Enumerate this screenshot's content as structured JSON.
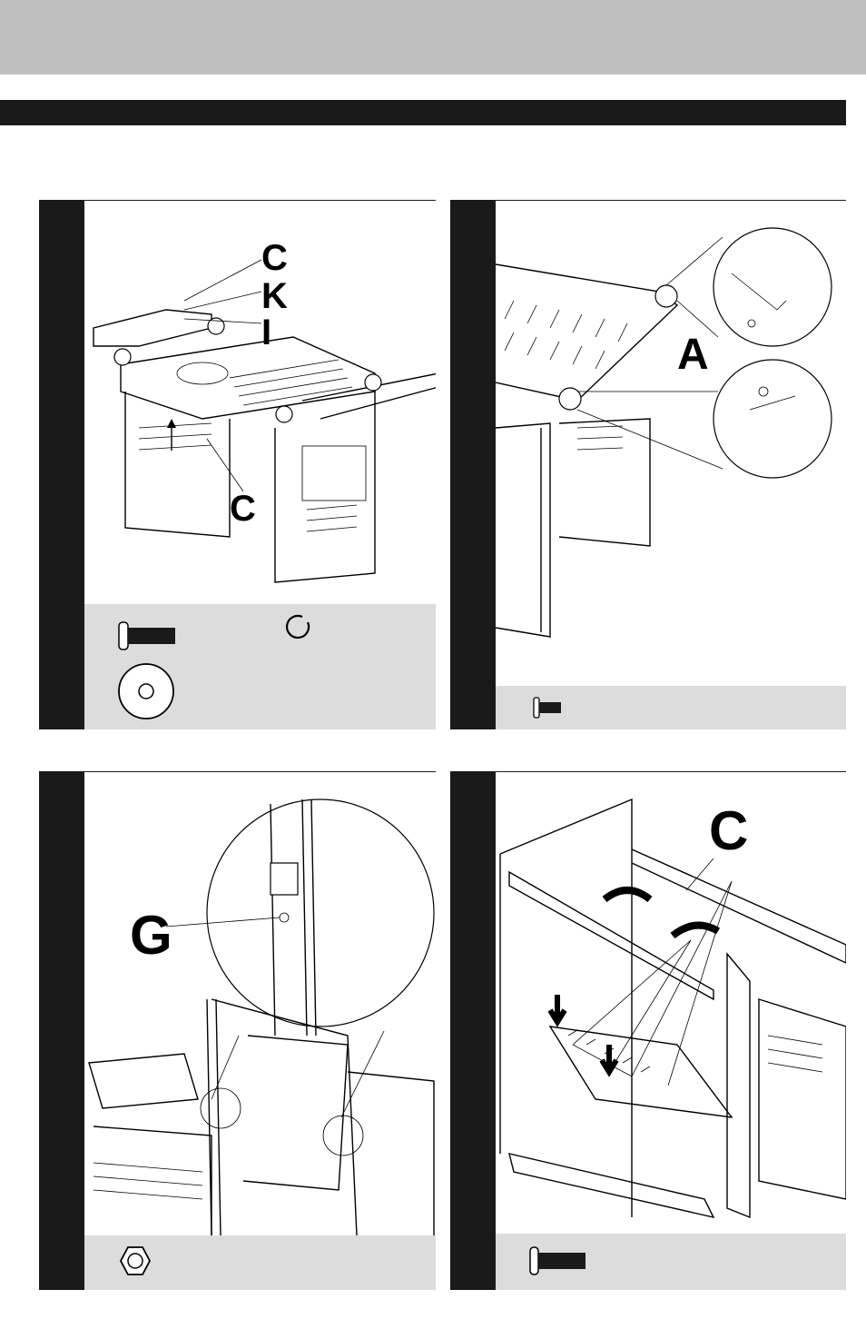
{
  "steps": [
    {
      "callouts": [
        "C",
        "K",
        "I",
        "C"
      ],
      "parts": [
        "bolt-icon",
        "lock-washer-icon",
        "flat-washer-icon"
      ]
    },
    {
      "callouts": [
        "A"
      ],
      "parts": [
        "short-bolt-icon"
      ]
    },
    {
      "callouts": [
        "G"
      ],
      "parts": [
        "hex-nut-icon"
      ]
    },
    {
      "callouts": [
        "C"
      ],
      "parts": [
        "bolt-icon"
      ]
    }
  ],
  "colors": {
    "top_band": "#bfbfbf",
    "bar": "#1a1a1a",
    "parts_panel": "#dcdcdc"
  }
}
